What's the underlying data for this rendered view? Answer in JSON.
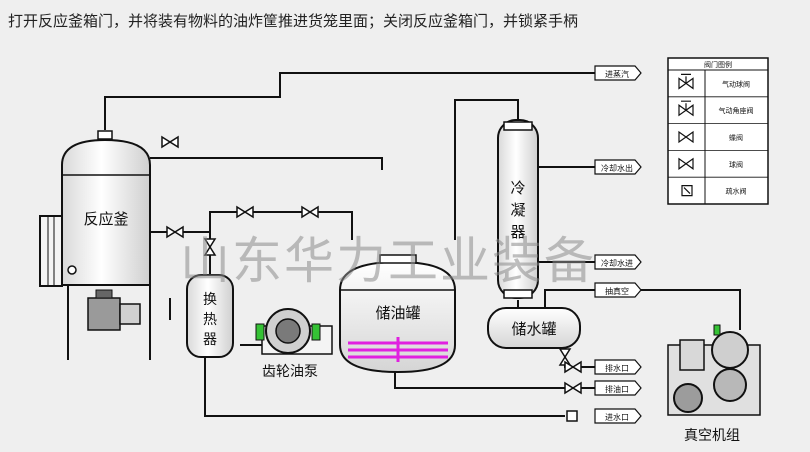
{
  "instruction": "打开反应釜箱门，并将装有物料的油炸筐推进货笼里面；关闭反应釜箱门，并锁紧手柄",
  "watermark": "山东华力工业装备",
  "equipment": {
    "reactor": "反应釜",
    "heat_exchanger": "换热器",
    "gear_pump": "齿轮油泵",
    "oil_tank": "储油罐",
    "condenser": "冷凝器",
    "water_tank": "储水罐",
    "vacuum_unit": "真空机组"
  },
  "port_tags": {
    "steam_in": "进蒸汽",
    "cooling_water_out": "冷却水出",
    "cooling_water_in": "冷却水进",
    "vacuum": "抽真空",
    "water_drain": "排水口",
    "oil_drain": "排油口",
    "water_inlet": "进水口"
  },
  "legend": {
    "title": "阀门图例",
    "items": [
      {
        "icon": "pneumatic-ball-valve-icon",
        "label": "气动球阀"
      },
      {
        "icon": "pneumatic-globe-valve-icon",
        "label": "气动角座阀"
      },
      {
        "icon": "butterfly-valve-icon",
        "label": "蝶阀"
      },
      {
        "icon": "ball-valve-icon",
        "label": "球阀"
      },
      {
        "icon": "trap-valve-icon",
        "label": "疏水阀"
      }
    ]
  },
  "colors": {
    "line": "#111111",
    "vessel_fill": "#ffffff",
    "heater_coil": "#e020e0",
    "motor_green": "#35c235",
    "watermark": "#8a8a8a"
  }
}
